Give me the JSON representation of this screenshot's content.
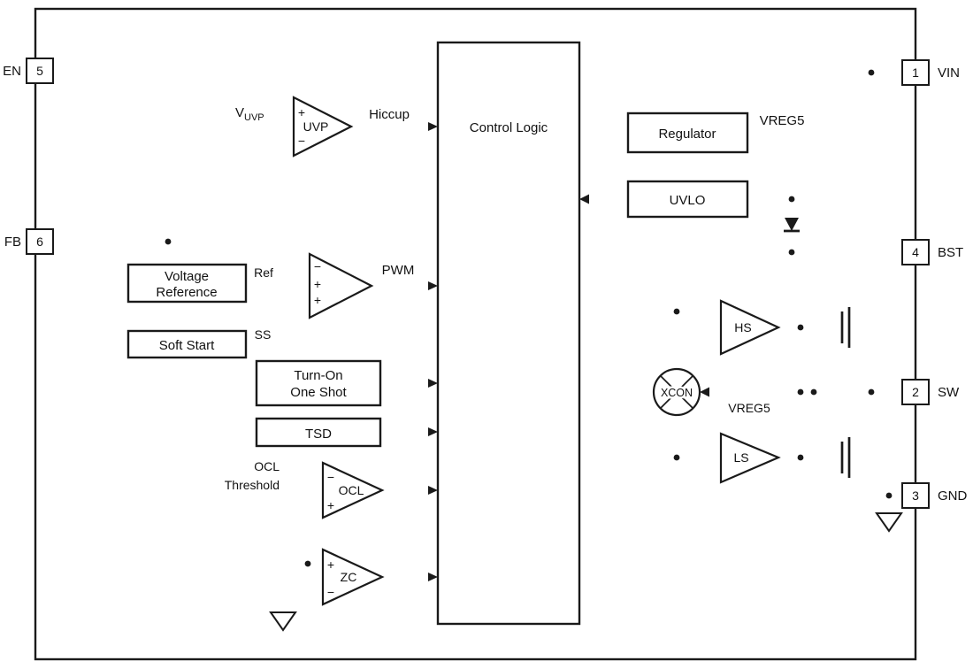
{
  "colors": {
    "background": "#ffffff",
    "line": "#1a1a1a"
  },
  "pins": {
    "en": {
      "label": "EN",
      "number": "5"
    },
    "fb": {
      "label": "FB",
      "number": "6"
    },
    "vin": {
      "label": "VIN",
      "number": "1"
    },
    "bst": {
      "label": "BST",
      "number": "4"
    },
    "sw": {
      "label": "SW",
      "number": "2"
    },
    "gnd": {
      "label": "GND",
      "number": "3"
    }
  },
  "blocks": {
    "control_logic": "Control Logic",
    "regulator": "Regulator",
    "uvlo": "UVLO",
    "voltage_reference_line1": "Voltage",
    "voltage_reference_line2": "Reference",
    "soft_start": "Soft Start",
    "one_shot_line1": "Turn-On",
    "one_shot_line2": "One Shot",
    "tsd": "TSD"
  },
  "amps": {
    "uvp": "UVP",
    "ocl": "OCL",
    "zc": "ZC",
    "hs": "HS",
    "ls": "LS",
    "xcon": "XCON"
  },
  "labels": {
    "hiccup": "Hiccup",
    "pwm": "PWM",
    "ref": "Ref",
    "ss": "SS",
    "vreg5": "VREG5",
    "v": "V",
    "uvp_sub": "UVP",
    "ocl_threshold_line1": "OCL",
    "ocl_threshold_line2": "Threshold"
  },
  "signs": {
    "plus": "+",
    "minus": "−"
  }
}
